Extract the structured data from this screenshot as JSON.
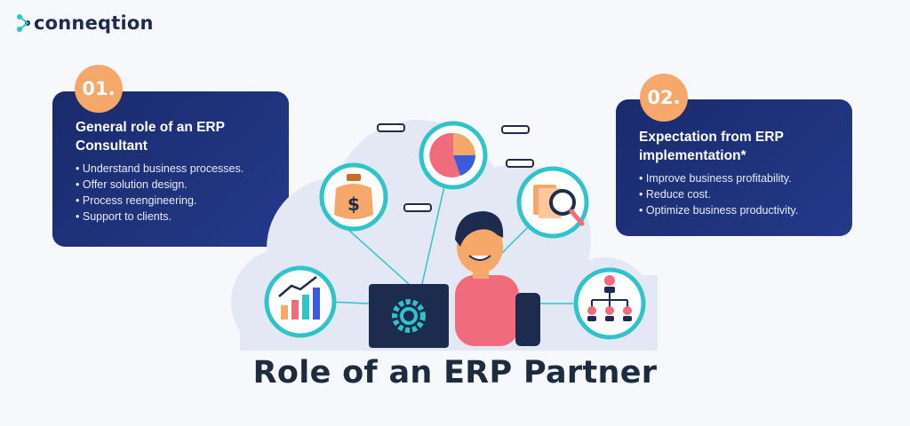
{
  "brand": {
    "name": "conneqtion",
    "accent": "#2ec4c9"
  },
  "card1": {
    "badge": "01.",
    "title_line1": "General role of an ERP",
    "title_line2": "Consultant",
    "items": [
      "Understand business processes.",
      "Offer solution design.",
      "Process reengineering.",
      "Support to clients."
    ]
  },
  "card2": {
    "badge": "02.",
    "title_line1": "Expectation from ERP",
    "title_line2": "implementation*",
    "items": [
      "Improve business profitability.",
      "Reduce cost.",
      "Optimize business productivity."
    ]
  },
  "title": "Role of an ERP Partner",
  "colors": {
    "card": "#1a2a6c",
    "badge": "#f6a86b",
    "ring": "#2ec4c9",
    "text_dark": "#1d2b3f"
  },
  "icons": [
    "money-bag-icon",
    "pie-chart-icon",
    "document-search-icon",
    "growth-chart-icon",
    "gear-icon",
    "org-chart-icon",
    "consultant-person-icon",
    "laptop-icon"
  ]
}
